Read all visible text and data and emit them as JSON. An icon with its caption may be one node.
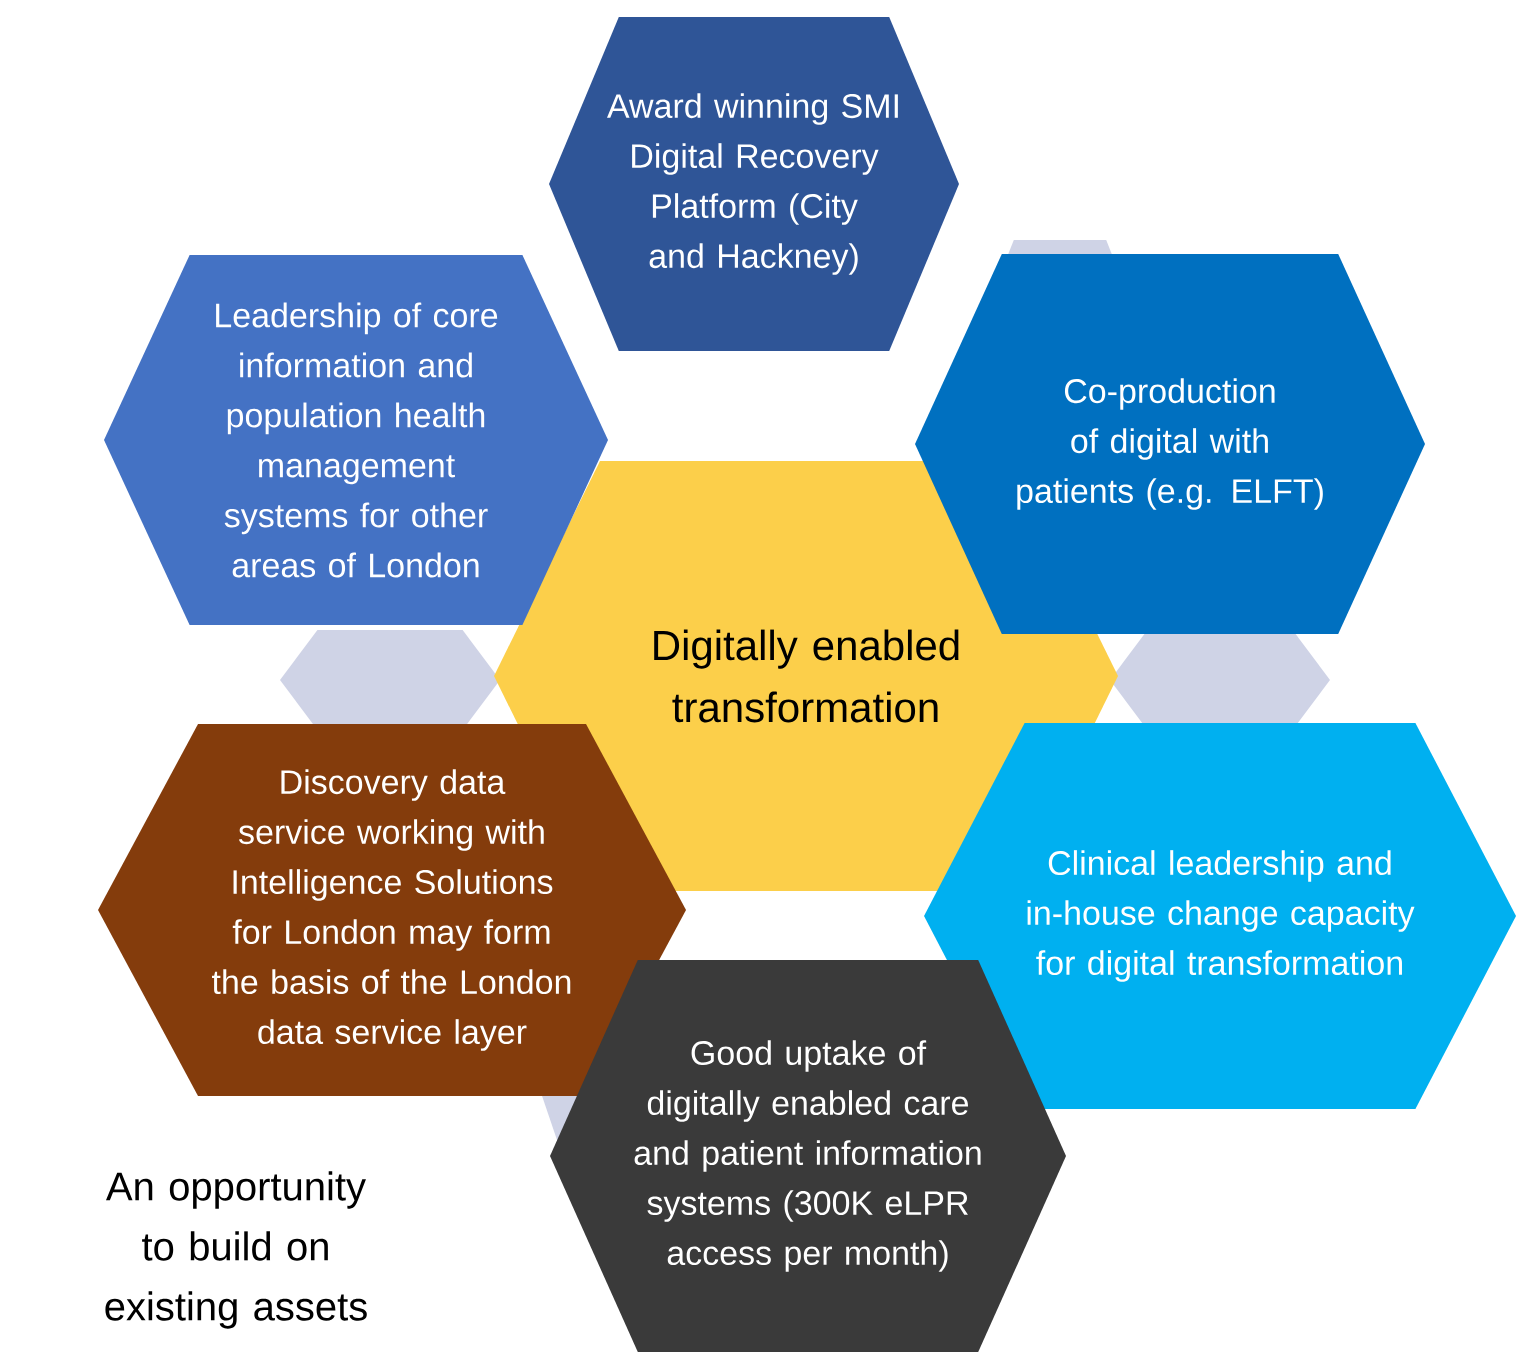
{
  "diagram": {
    "nodes": [
      {
        "text": [
          "Award winning SMI Digital Recovery Platform (City and Hackney)"
        ]
      },
      {
        "text": [
          "Leadership of core information and population health management systems for other areas of London"
        ]
      },
      {
        "text": [
          "Co-production of digital with patients (e.g. ELFT)"
        ]
      },
      {
        "text": [
          "Digitally enabled transformation"
        ]
      },
      {
        "text": [
          "Discovery data service working with Intelligence Solutions for London may form the basis of the London data service layer"
        ]
      },
      {
        "text": [
          "Clinical leadership and in-house change capacity for digital transformation"
        ]
      },
      {
        "text": [
          "Good  uptake of digitally enabled care and patient information systems (300K eLPR access per month)"
        ]
      }
    ],
    "labels": [
      "An opportunity to build on existing assets"
    ]
  }
}
